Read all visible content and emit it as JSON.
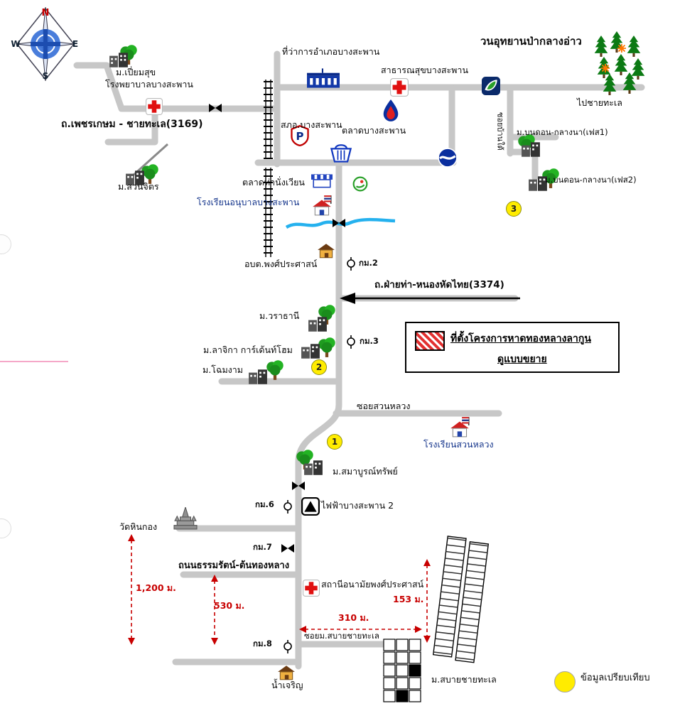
{
  "compass": {
    "n": "N",
    "e": "E",
    "s": "S",
    "w": "W"
  },
  "labels": {
    "park": "วนอุทยานป่ากลางอ่าว",
    "piamsuk": "ม.เปี่ยมสุข",
    "hospital": "โรงพยาบาลบางสะพาน",
    "phetkasem": "ถ.เพชรเกษม - ชายทะเล(3169)",
    "district_office": "ที่ว่าการอำเภอบางสะพาน",
    "public_health": "สาธารณสุขบางสะพาน",
    "police": "สภอ.บางสะพาน",
    "market": "ตลาดบางสะพาน",
    "to_beach": "ไปชายทะเล",
    "soi_ban_tai": "ซอยบ้านใต้",
    "bondon1": "ม.บนดอน-กลางนา(เฟส1)",
    "bondon2": "ม.บนดอน-กลางนา(เฟส2)",
    "suanchit": "ม.สวนจิตร",
    "talad_tha": "ตลาดท่านั่งเวียน",
    "anuban_school": "โรงเรียนอนุบาลบางสะพาน",
    "obt": "อบต.พงศ์ประศาสน์",
    "km2": "กม.2",
    "fai_tha": "ถ.ฝ่ายท่า-หนองหัดไทย(3374)",
    "warathani": "ม.วราธานี",
    "km3": "กม.3",
    "lajika": "ม.ลาจิกา การ์เด้นท์โฮม",
    "chomngam": "ม.โฉมงาม",
    "soi_suan_luang": "ซอยสวนหลวง",
    "suan_luang_school": "โรงเรียนสวนหลวง",
    "samaboon": "ม.สมาบูรณ์ทรัพย์",
    "km6": "กม.6",
    "electric": "ไฟฟ้าบางสะพาน 2",
    "wat_hin_kong": "วัดหินกอง",
    "km7": "กม.7",
    "thammarat": "ถนนธรรมรัตน์-ต้นทองหลาง",
    "anamai": "สถานีอนามัยพงศ์ประศาสน์",
    "d1200": "1,200 ม.",
    "d530": "530 ม.",
    "d153": "153 ม.",
    "d310": "310 ม.",
    "soi_sabai": "ซอยม.สบายชายทะเล",
    "km8": "กม.8",
    "namcharoen": "น้ำเจริญ",
    "sabai": "ม.สบายชายทะเล",
    "compare": "ข้อมูลเปรียบเทียบ"
  },
  "legend": {
    "line1": "ที่ตั้งโครงการหาดทองหลางลากูน",
    "line2": "ดูแบบขยาย"
  },
  "badges": {
    "b1": "1",
    "b2": "2",
    "b3": "3"
  },
  "icon_text": {
    "police_p": "P"
  },
  "colors": {
    "road": "#c7c7c7",
    "river": "#25b1ee",
    "measure": "#c80000",
    "badge": "#ffec00",
    "hatch": "#e23030"
  },
  "icons": [
    "compass-rose",
    "tree",
    "pine-tree",
    "building",
    "hospital-cross",
    "district-office-building",
    "police-shield",
    "market-basket",
    "ptt-flame",
    "ptt-logo",
    "bangchak-leaf",
    "school-flag-house",
    "market-stall",
    "shop-logo",
    "house",
    "electricity-triangle",
    "temple",
    "railway",
    "railroad-crossing",
    "km-marker",
    "yellow-badge",
    "project-site-hatch"
  ]
}
